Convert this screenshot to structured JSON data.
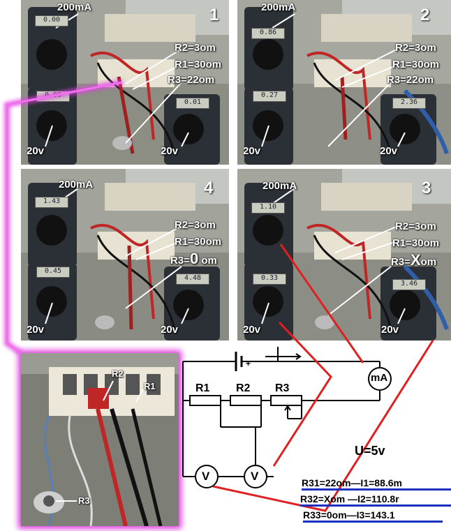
{
  "panels": [
    {
      "id": "p1",
      "number": "1",
      "label_ma": "200mA",
      "label_r2": "R2=3om",
      "label_r1": "R1=30om",
      "label_r3": "R3=22om",
      "label_v1": "20v",
      "label_v2": "20v",
      "lcd_top": "0.00",
      "lcd_left": "0.00",
      "lcd_right": "0.01"
    },
    {
      "id": "p2",
      "number": "2",
      "label_ma": "200mA",
      "label_r2": "R2=3om",
      "label_r1": "R1=30om",
      "label_r3": "R3=22om",
      "label_v1": "20v",
      "label_v2": "20v",
      "lcd_top": "0.86",
      "lcd_left": "0.27",
      "lcd_right": "2.36"
    },
    {
      "id": "p4",
      "number": "4",
      "label_ma": "200mA",
      "label_r2": "R2=3om",
      "label_r1": "R1=30om",
      "label_r3_prefix": "R3=",
      "label_r3_big": "0",
      "label_r3_suffix": " om",
      "label_v1": "20v",
      "label_v2": "20v",
      "lcd_top": "1.43",
      "lcd_left": "0.45",
      "lcd_right": "4.48"
    },
    {
      "id": "p3",
      "number": "3",
      "label_ma": "200mA",
      "label_r2": "R2=3om",
      "label_r1": "R1=30om",
      "label_r3_prefix": "R3=",
      "label_r3_big": "X",
      "label_r3_suffix": "om",
      "label_v1": "20v",
      "label_v2": "20v",
      "lcd_top": "1.10",
      "lcd_left": "0.33",
      "lcd_right": "3.46"
    }
  ],
  "closeup": {
    "label_r2": "R2",
    "label_r1": "R1",
    "label_r3": "R3"
  },
  "schematic": {
    "r1": "R1",
    "r2": "R2",
    "r3": "R3",
    "ammeter": "mA",
    "voltmeter_left": "V",
    "voltmeter_right": "V",
    "plus": "+",
    "supply": "U=5v"
  },
  "results": [
    "R31=22om—I1=88.6m",
    "R32=Xom —I2=110.8r",
    "R33=0om—I3=143.1"
  ],
  "colors": {
    "highlight": "#e040e0",
    "wire_red": "#e02020",
    "underline": "#1b2fc0"
  }
}
